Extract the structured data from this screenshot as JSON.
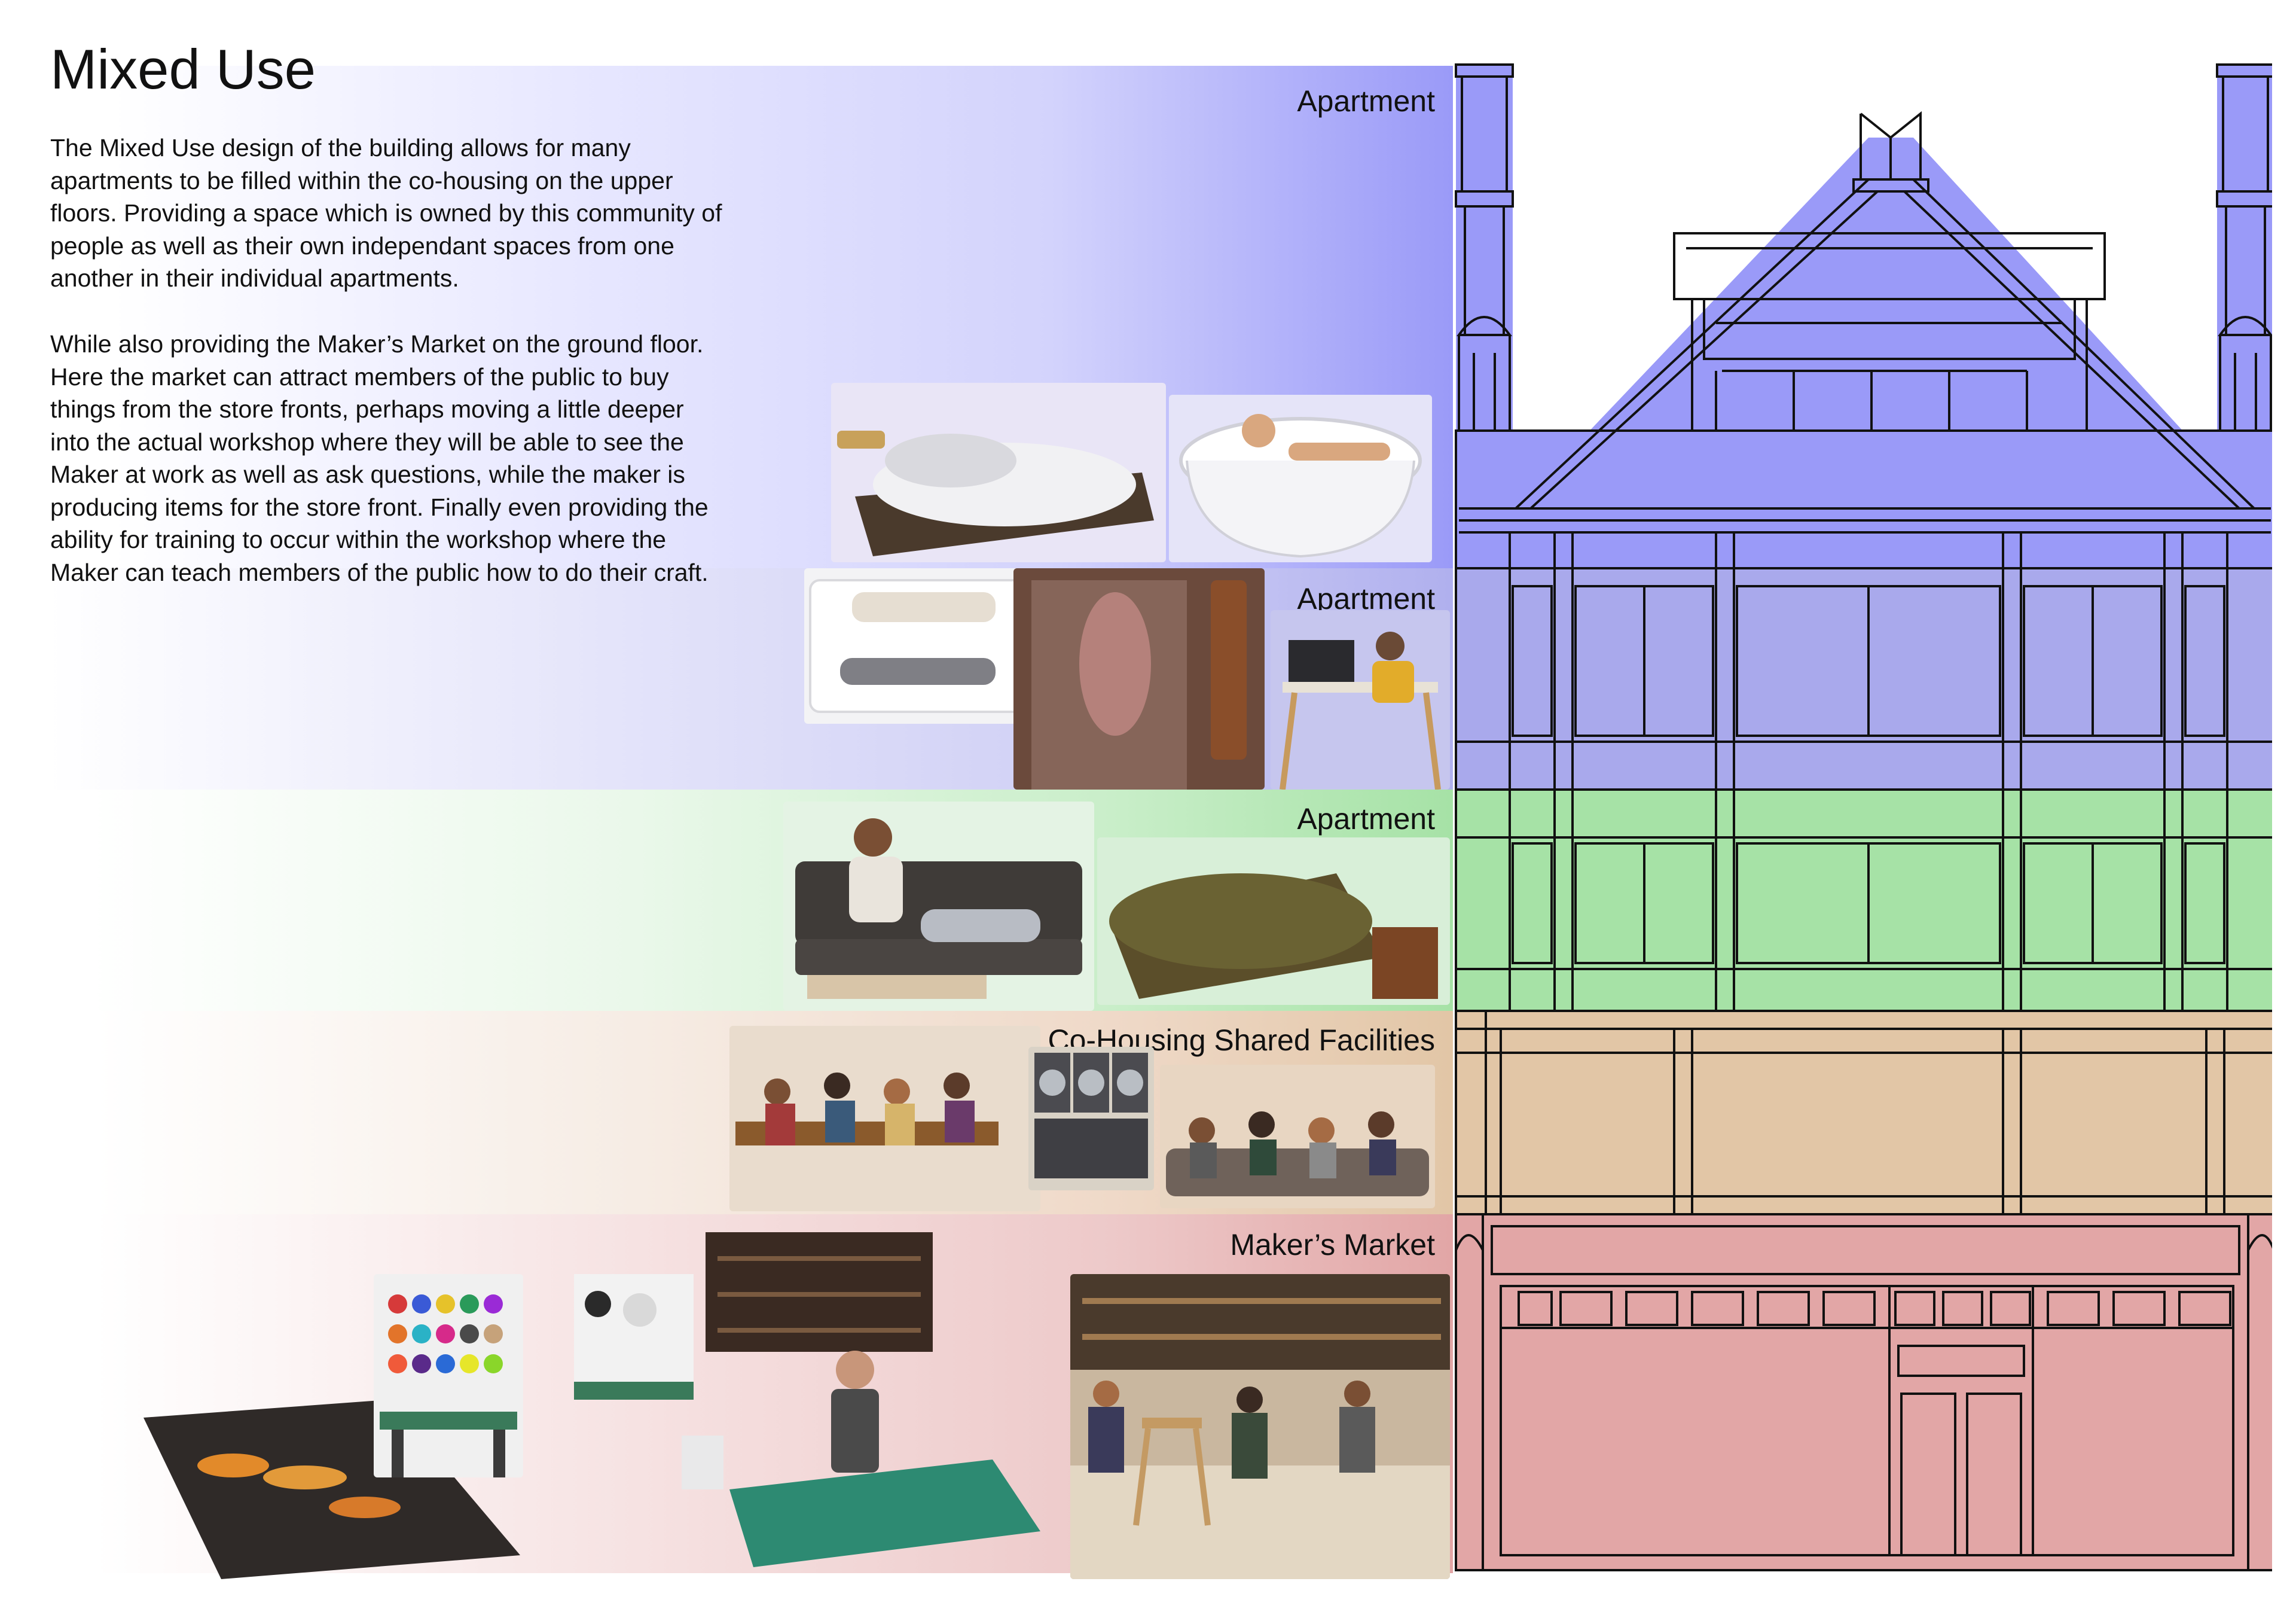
{
  "page": {
    "title": "Mixed Use",
    "paragraphs": [
      "The Mixed Use design of the building allows for many apartments to be filled within the co-housing on the upper floors. Providing a space which is owned by this community of people as well as their own independant spaces from one another in their individual apartments.",
      "While also providing the Maker’s Market on the ground floor. Here the market can attract members of the public to buy things from the store fronts, perhaps moving a little deeper into the actual workshop where they will be able to see the Maker at work as well as ask questions, while the maker is producing items for the store front. Finally even providing the ability for training to occur within the workshop where the Maker can teach members of the public how to do their craft."
    ]
  },
  "bands": [
    {
      "label": "Apartment",
      "color": "#9a9af8"
    },
    {
      "label": "Apartment",
      "color": "#a9a9ec"
    },
    {
      "label": "Apartment",
      "color": "#a6e2a6"
    },
    {
      "label": "Co-Housing Shared Facilities",
      "color": "#e2c6a6"
    },
    {
      "label": "Maker’s Market",
      "color": "#e2a6a6"
    }
  ],
  "photos": {
    "bed": "bed-photo",
    "bath": "bathtub-photo",
    "sleep": "sleeping-couple-photo",
    "shower": "shower-photo",
    "desk": "desk-photo",
    "sofa": "sofa-couple-photo",
    "olive_bed": "olive-bed-photo",
    "dining": "shared-dining-photo",
    "laundry": "laundry-photo",
    "lounge": "lounge-group-photo",
    "table": "painting-table-photo",
    "thread": "thread-rack-photo",
    "pottery": "pottery-workshop-photo",
    "carpentry": "carpentry-workshop-photo"
  }
}
